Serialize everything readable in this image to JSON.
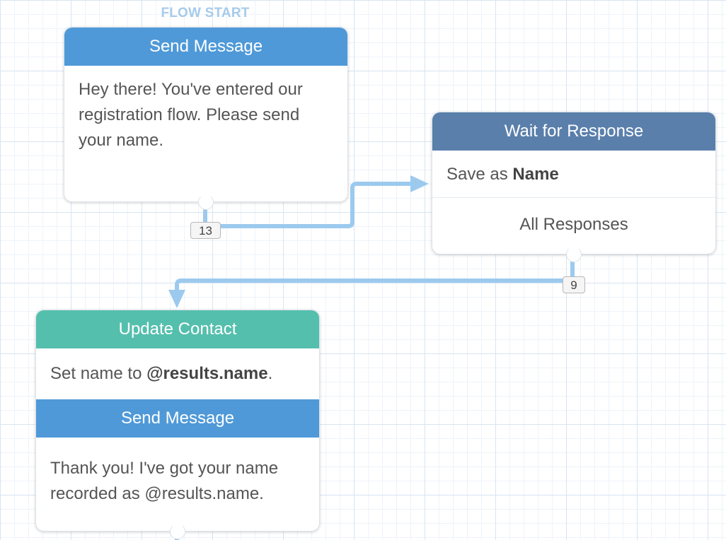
{
  "flow_start_label": "FLOW START",
  "nodes": {
    "send_message_1": {
      "title": "Send Message",
      "text": "Hey there! You've entered our registration flow. Please send your name."
    },
    "wait_for_response": {
      "title": "Wait for Response",
      "save_prefix": "Save as",
      "save_field": "Name",
      "category": "All Responses"
    },
    "update_contact": {
      "title": "Update Contact",
      "set_prefix": "Set name to",
      "set_value": "@results.name",
      "set_suffix": "."
    },
    "send_message_2": {
      "title": "Send Message",
      "text": "Thank you! I've got your name recorded as @results.name."
    }
  },
  "connections": {
    "send_to_wait_count": "13",
    "wait_to_update_count": "9"
  },
  "colors": {
    "send_message_header": "#4f99d8",
    "wait_for_response_header": "#5a7fab",
    "update_contact_header": "#55bfad",
    "connector_line": "#9ccaee",
    "flow_start_label": "#a6cbea"
  }
}
